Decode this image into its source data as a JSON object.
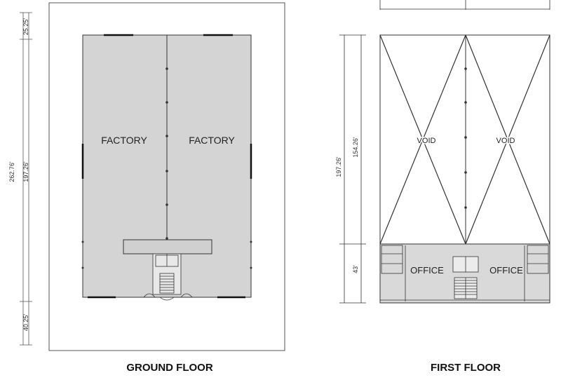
{
  "ground_floor": {
    "title": "GROUND FLOOR",
    "rooms": [
      "FACTORY",
      "FACTORY"
    ],
    "dimensions": {
      "top_setback": "25.25'",
      "overall": "262.76'",
      "building": "197.26'",
      "bottom_setback": "40.25'"
    }
  },
  "first_floor": {
    "title": "FIRST FLOOR",
    "voids": [
      "VOID",
      "VOID"
    ],
    "offices": [
      "OFFICE",
      "OFFICE"
    ],
    "dimensions": {
      "overall": "197.26'",
      "void_depth": "154.26'",
      "office_depth": "43'"
    }
  },
  "colors": {
    "floor_fill": "#d4d4d4",
    "office_fill": "#d9d9d9",
    "line": "#333333",
    "site_border": "#555555"
  }
}
